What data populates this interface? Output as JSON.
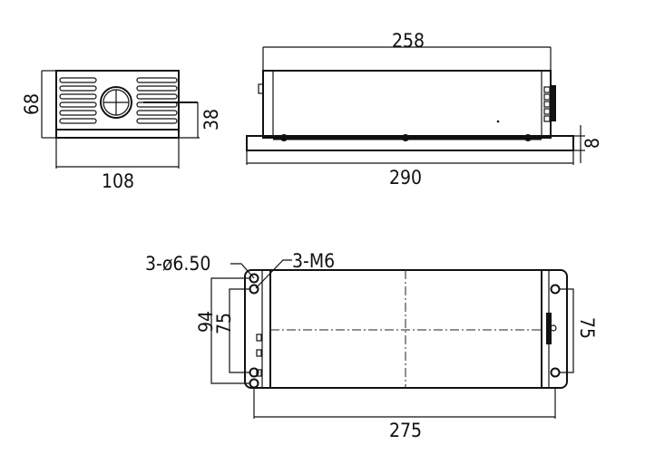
{
  "drawing": {
    "front_view": {
      "width_label": "108",
      "height_label": "68",
      "center_height_label": "38"
    },
    "side_view": {
      "body_length_label": "258",
      "base_length_label": "290",
      "base_thickness_label": "8"
    },
    "top_view": {
      "hole_label": "3-ø6.50",
      "thread_label": "3-M6",
      "outer_hole_spacing_label": "94",
      "inner_hole_spacing_label": "75",
      "right_hole_spacing_label": "75",
      "hole_pitch_label": "275"
    },
    "line_color": "#111111"
  }
}
